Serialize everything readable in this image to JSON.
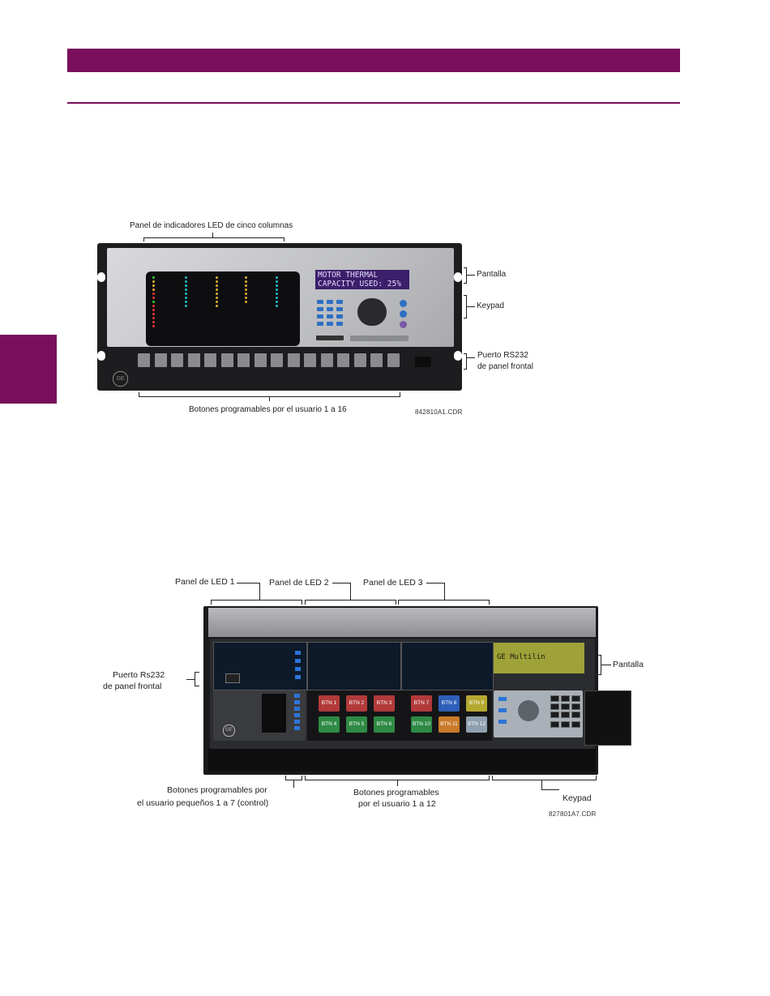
{
  "figure1": {
    "led_panel_label": "Panel de indicadores LED de cinco columnas",
    "pantalla_label": "Pantalla",
    "keypad_label": "Keypad",
    "rs232_label_line1": "Puerto RS232",
    "rs232_label_line2": "de panel frontal",
    "buttons_label": "Botones programables por el usuario 1 a 16",
    "drawing_code": "842810A1.CDR",
    "lcd_line1": "MOTOR THERMAL",
    "lcd_line2": "CAPACITY USED: 25%"
  },
  "figure2": {
    "led1_label": "Panel de LED 1",
    "led2_label": "Panel de LED 2",
    "led3_label": "Panel de LED 3",
    "pantalla_label": "Pantalla",
    "rs232_label_line1": "Puerto Rs232",
    "rs232_label_line2": "de panel frontal",
    "small_buttons_line1": "Botones programables por",
    "small_buttons_line2": "el usuario pequeños 1 a 7 (control)",
    "buttons_line1": "Botones programables",
    "buttons_line2": "por el usuario 1 a 12",
    "keypad_label": "Keypad",
    "drawing_code": "827801A7.CDR",
    "lcd_text": "GE Multilin",
    "buttons": [
      {
        "label": "BTN 1",
        "color": "#b23a3a"
      },
      {
        "label": "BTN 2",
        "color": "#b23a3a"
      },
      {
        "label": "BTN 3",
        "color": "#b23a3a"
      },
      {
        "label": "BTN 4",
        "color": "#2e8a44"
      },
      {
        "label": "BTN 5",
        "color": "#2e8a44"
      },
      {
        "label": "BTN 6",
        "color": "#2e8a44"
      },
      {
        "label": "BTN 7",
        "color": "#b23a3a"
      },
      {
        "label": "BTN 8",
        "color": "#2f5fb8"
      },
      {
        "label": "BTN 9",
        "color": "#b5a831"
      },
      {
        "label": "BTN 10",
        "color": "#2e8a44"
      },
      {
        "label": "BTN 11",
        "color": "#c97a2a"
      },
      {
        "label": "BTN 12",
        "color": "#8fa0b0"
      }
    ]
  }
}
